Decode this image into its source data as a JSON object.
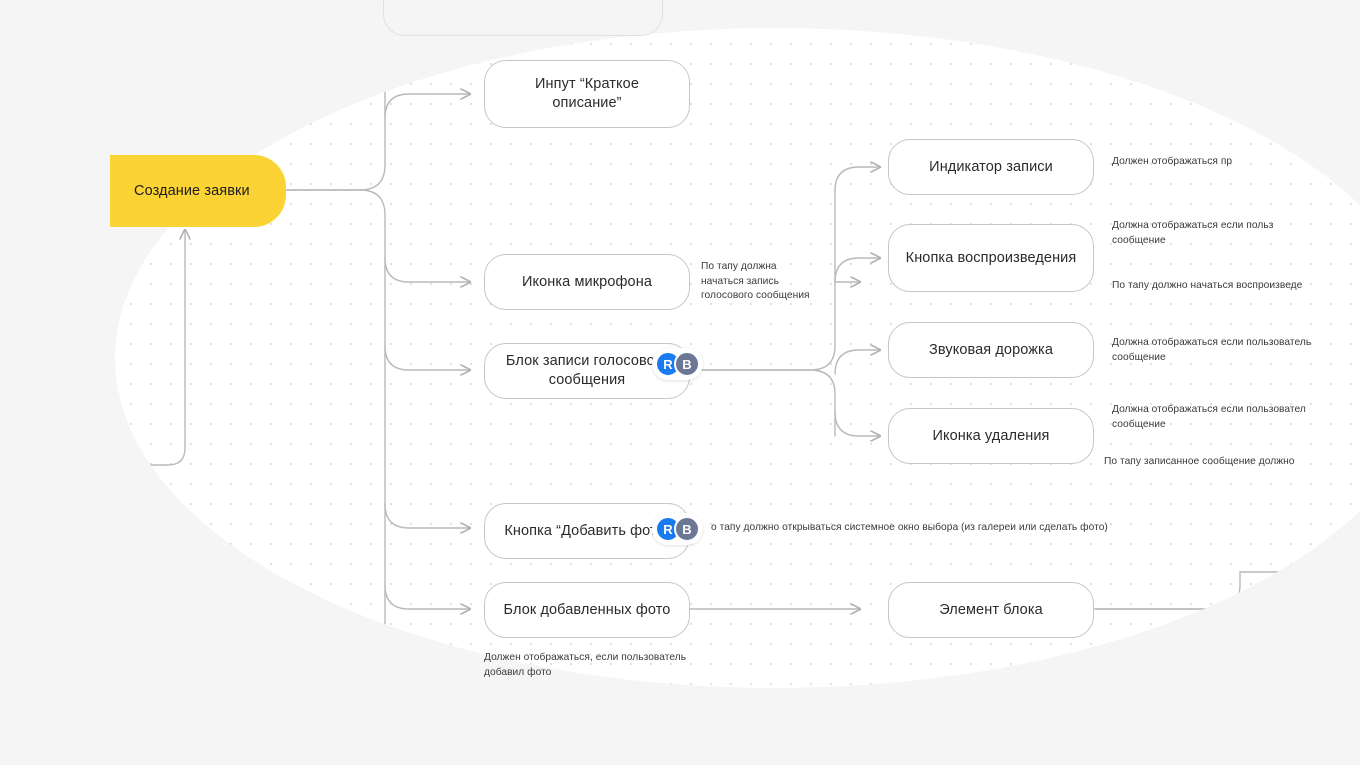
{
  "canvas": {
    "background_color": "#f5f5f5",
    "surface_color": "#ffffff",
    "grid": "dot-grid",
    "edge_color": "#b9b9bc"
  },
  "root": {
    "label": "Создание заявки",
    "color": "#fcd335"
  },
  "nodes": [
    {
      "id": "input-short-desc",
      "label": "Инпут “Краткое описание”"
    },
    {
      "id": "mic-icon",
      "label": "Иконка микрофона"
    },
    {
      "id": "voice-block",
      "label": "Блок записи голосового сообщения"
    },
    {
      "id": "add-photo-button",
      "label": "Кнопка “Добавить фото”"
    },
    {
      "id": "photos-block",
      "label": "Блок добавленных фото"
    },
    {
      "id": "rec-indicator",
      "label": "Индикатор записи"
    },
    {
      "id": "play-button",
      "label": "Кнопка воспроизведения"
    },
    {
      "id": "audio-track",
      "label": "Звуковая дорожка"
    },
    {
      "id": "delete-icon",
      "label": "Иконка удаления"
    },
    {
      "id": "block-element",
      "label": "Элемент блока"
    }
  ],
  "annotations": [
    {
      "id": "anno-mic",
      "text": "По тапу должна\nначаться запись\nголосового сообщения"
    },
    {
      "id": "anno-rec",
      "text": "Должен отображаться пр"
    },
    {
      "id": "anno-play-show",
      "text": "Должна отображаться если польз\nсообщение"
    },
    {
      "id": "anno-play-tap",
      "text": "По тапу должно начаться воспроизведе"
    },
    {
      "id": "anno-track",
      "text": "Должна отображаться если пользователь\nсообщение"
    },
    {
      "id": "anno-del-show",
      "text": "Должна отображаться если пользовател\nсообщение"
    },
    {
      "id": "anno-del-tap",
      "text": "По тапу записанное сообщение должно"
    },
    {
      "id": "anno-photo-tap",
      "text": "о тапу должно открываться системное окно выбора (из галереи или сделать фото)"
    },
    {
      "id": "anno-photos",
      "text": "Должен отображаться, если пользователь\nдобавил фото"
    }
  ],
  "avatars": [
    {
      "id": "voice-block-avatars",
      "initials": [
        "R",
        "B"
      ],
      "colors": [
        "#1a7af0",
        "#6b7795"
      ]
    },
    {
      "id": "add-photo-avatars",
      "initials": [
        "R",
        "B"
      ],
      "colors": [
        "#1a7af0",
        "#6b7795"
      ]
    }
  ]
}
